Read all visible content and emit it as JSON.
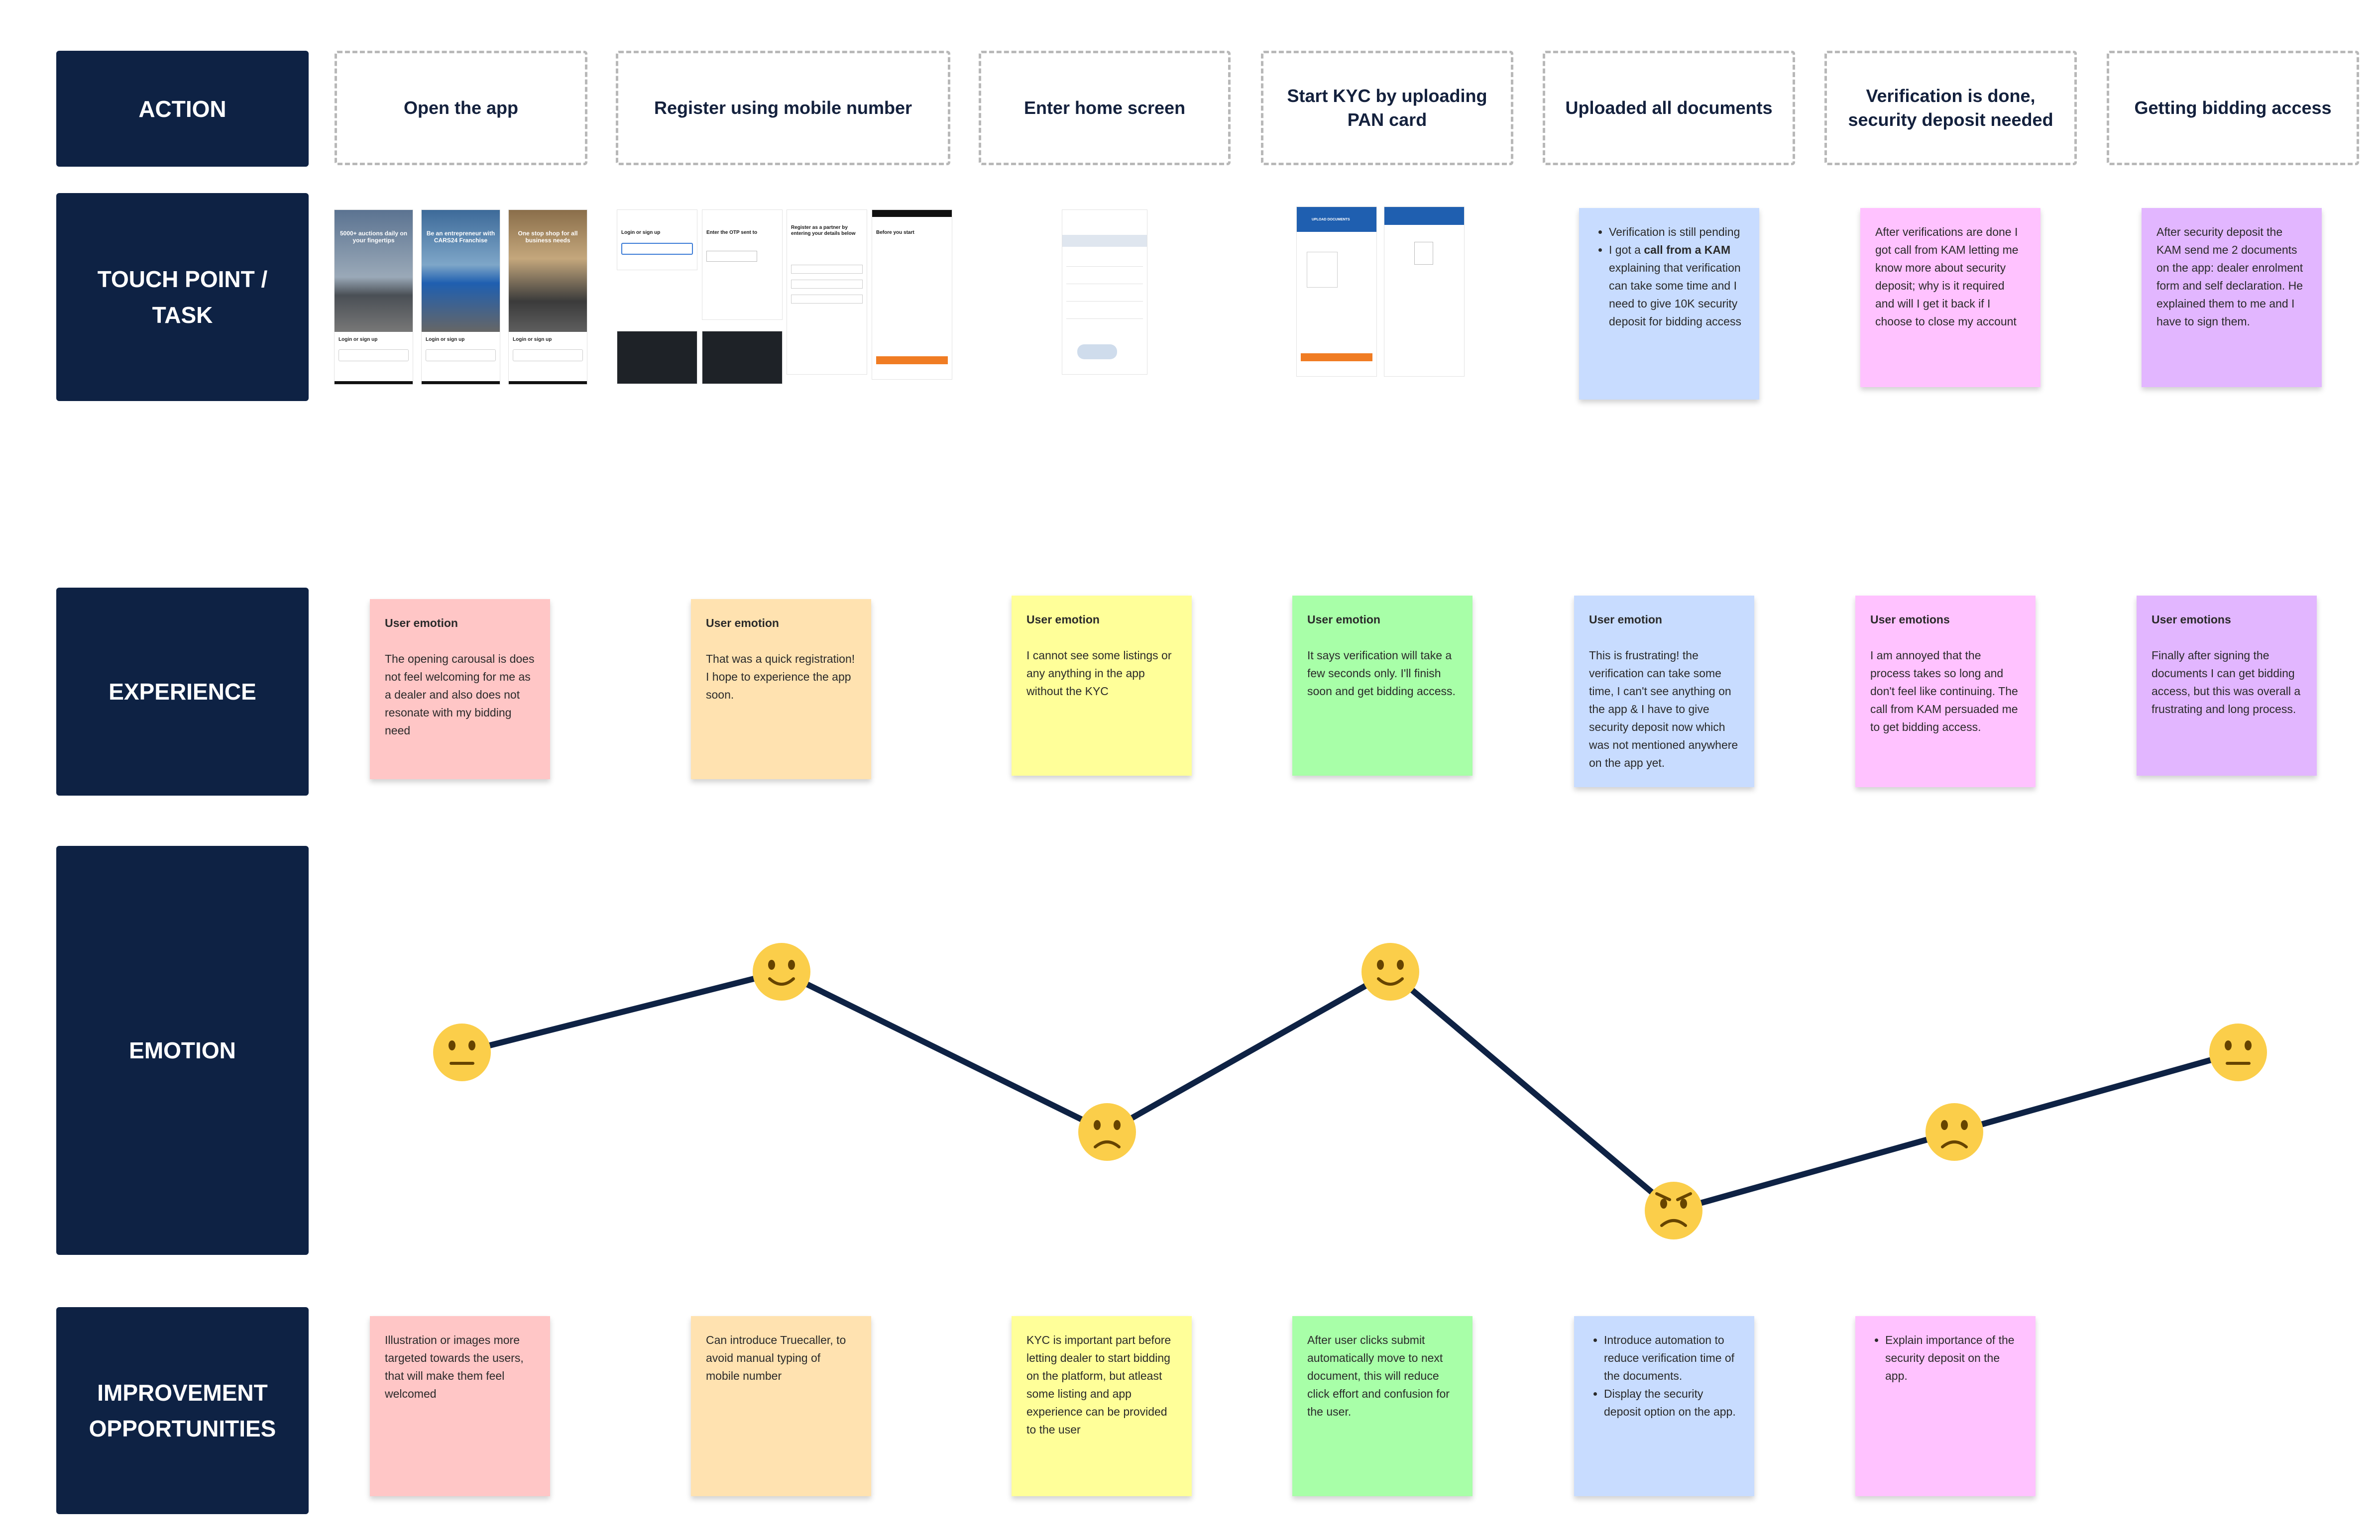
{
  "rows": {
    "action": "ACTION",
    "touchpoint": "TOUCH POINT /\nTASK",
    "experience": "EXPERIENCE",
    "emotion": "EMOTION",
    "improvement": "IMPROVEMENT\nOPPORTUNITIES"
  },
  "stages": [
    {
      "action": "Open the app"
    },
    {
      "action": "Register using mobile number"
    },
    {
      "action": "Enter home screen"
    },
    {
      "action": "Start KYC by uploading PAN card"
    },
    {
      "action": "Uploaded all documents"
    },
    {
      "action": "Verification is done, security deposit needed"
    },
    {
      "action": "Getting bidding access"
    }
  ],
  "touchpoint_notes": {
    "uploaded_docs": {
      "items": [
        "Verification is still pending",
        "I got a ",
        "call from a KAM",
        " explaining that verification can take some time and I need to give 10K security deposit for bidding access"
      ]
    },
    "verification_done": "After verifications are done I got call from KAM letting me know more about security deposit; why is it required and will I get it back if I choose to close my account",
    "bidding_access": "After security deposit the KAM send me 2 documents on the app: dealer enrolment form and self declaration. He explained them to me and I have to sign them."
  },
  "screens": {
    "open_app": [
      {
        "headline": "5000+ auctions daily on your fingertips",
        "login": "Login or sign up"
      },
      {
        "headline": "Be an entrepreneur with CARS24 Franchise",
        "login": "Login or sign up"
      },
      {
        "headline": "One stop shop for all business needs",
        "login": "Login or sign up"
      }
    ],
    "register": {
      "login": "Login or sign up",
      "otp": "Enter the OTP sent to",
      "partner": "Register as a partner by entering your details below",
      "before": "Before you start"
    },
    "kyc": {
      "header": "UPLOAD DOCUMENTS"
    }
  },
  "experience": [
    {
      "title": "User emotion",
      "text": "The opening carousal is does not feel welcoming for me as a dealer and also does not resonate with my bidding need"
    },
    {
      "title": "User emotion",
      "text": "That was a quick registration! I hope to experience the app soon."
    },
    {
      "title": "User emotion",
      "text": "I cannot see some listings or any anything in the app without the KYC"
    },
    {
      "title": "User emotion",
      "text": "It says verification will take a few seconds only. I'll finish soon and get bidding access."
    },
    {
      "title": "User emotion",
      "text": "This is frustrating! the verification can take some time, I can't see anything on the app & I have to give security deposit now which was not mentioned anywhere on the app yet."
    },
    {
      "title": "User emotions",
      "text": "I am annoyed that the process takes so long and don't feel like continuing. The call from KAM persuaded me to get bidding access."
    },
    {
      "title": "User emotions",
      "text": "Finally after signing the documents I can get bidding access, but this was overall a frustrating and long process."
    }
  ],
  "emotion_curve": [
    {
      "stage": "Open the app",
      "emotion": "neutral"
    },
    {
      "stage": "Register using mobile number",
      "emotion": "happy"
    },
    {
      "stage": "Enter home screen",
      "emotion": "sad"
    },
    {
      "stage": "Start KYC by uploading PAN card",
      "emotion": "happy"
    },
    {
      "stage": "Uploaded all documents",
      "emotion": "angry"
    },
    {
      "stage": "Verification is done, security deposit needed",
      "emotion": "sad"
    },
    {
      "stage": "Getting bidding access",
      "emotion": "neutral"
    }
  ],
  "emotion_levels": {
    "happy": 3,
    "neutral": 2,
    "sad": 1,
    "angry": 0
  },
  "improvement": [
    {
      "text": "Illustration or images more targeted towards the users, that will make them feel welcomed"
    },
    {
      "text": "Can introduce Truecaller, to avoid manual typing of mobile number"
    },
    {
      "text": "KYC is important part before letting dealer to start bidding on the platform, but atleast some listing and app experience can be provided to the user"
    },
    {
      "text": "After user clicks submit automatically move to next document, this will reduce click effort and confusion for the user."
    },
    {
      "bullets": [
        "Introduce automation to reduce verification time of the documents.",
        "Display the security deposit option on the app."
      ]
    },
    {
      "bullets": [
        "Explain importance of the security deposit on the app."
      ]
    }
  ],
  "colors": {
    "label_bg": "#0e2244",
    "line": "#0e2244",
    "face": "#fbce4a",
    "pink": "#ffc6c6",
    "orange": "#ffe2b0",
    "yellow": "#ffff99",
    "green": "#a8ffa8",
    "blue": "#c8dcff",
    "magenta": "#ffc2ff",
    "purple": "#e2b6ff"
  }
}
